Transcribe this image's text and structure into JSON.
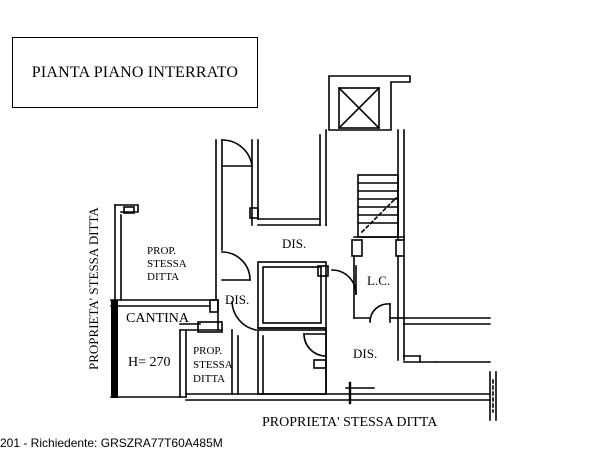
{
  "title": "PIANTA PIANO INTERRATO",
  "labels": {
    "prop_top_line1": "PROP.",
    "prop_top_line2": "STESSA",
    "prop_top_line3": "DITTA",
    "dis_top": "DIS.",
    "dis_left": "DIS.",
    "dis_right": "DIS.",
    "lc": "L.C.",
    "cantina": "CANTINA",
    "height": "H= 270",
    "prop_bottom_line1": "PROP.",
    "prop_bottom_line2": "STESSA",
    "prop_bottom_line3": "DITTA",
    "proprieta_bottom": "PROPRIETA' STESSA DITTA",
    "proprieta_vertical": "PROPRIETA' STESSA DITTA"
  },
  "footer": "201 - Richiedente: GRSZRA77T60A485M"
}
